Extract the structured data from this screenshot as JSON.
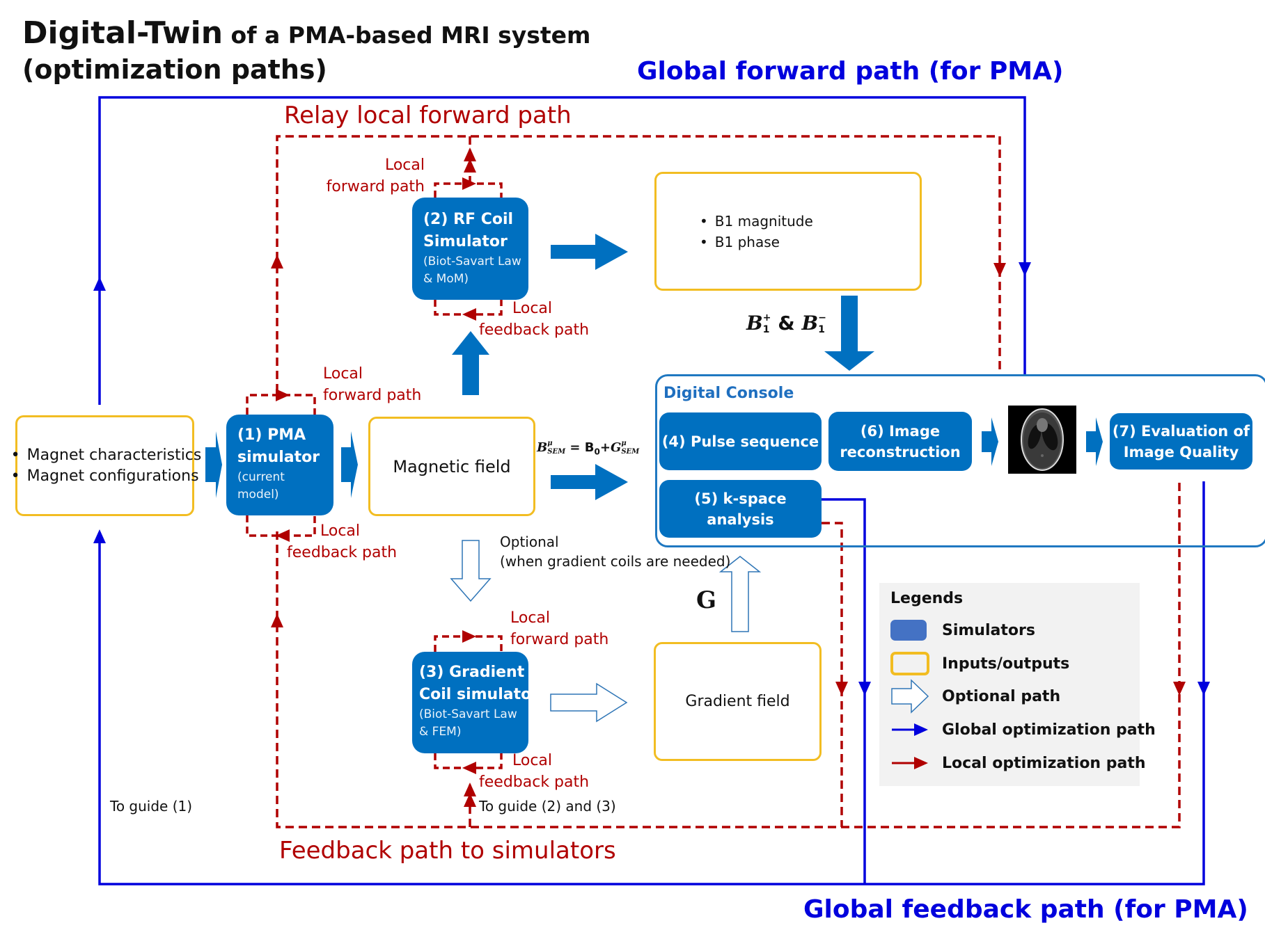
{
  "title": {
    "main_bold": "Digital-Twin",
    "main_rest": " of a PMA-based MRI system",
    "subtitle": "(optimization paths)"
  },
  "path_labels": {
    "global_forward": "Global forward path (for PMA)",
    "relay_local_forward": "Relay local forward path",
    "feedback_to_simulators": "Feedback path to simulators",
    "global_feedback": "Global feedback path (for PMA)",
    "to_guide_1": "To guide (1)",
    "to_guide_2_3": "To guide (2) and (3)"
  },
  "local_labels": {
    "rf_forward": [
      "Local",
      "forward path"
    ],
    "rf_feedback": [
      "Local",
      "feedback path"
    ],
    "pma_forward": [
      "Local",
      "forward path"
    ],
    "pma_feedback": [
      "Local",
      "feedback path"
    ],
    "grad_forward": [
      "Local",
      "forward path"
    ],
    "grad_feedback": [
      "Local",
      "feedback path"
    ]
  },
  "inputs_outputs": {
    "magnet": [
      "Magnet characteristics",
      "Magnet configurations"
    ],
    "magnetic_field": "Magnetic field",
    "b1": [
      "B1 magnitude",
      "B1 phase"
    ],
    "gradient_field": "Gradient field"
  },
  "simulators": {
    "pma": {
      "title": [
        "(1) PMA",
        "simulator"
      ],
      "sub": [
        "(current",
        "model)"
      ]
    },
    "rf": {
      "title": [
        "(2) RF Coil",
        "Simulator"
      ],
      "sub": [
        "(Biot-Savart  Law",
        "& MoM)"
      ]
    },
    "gradient": {
      "title": [
        "(3) Gradient",
        "Coil simulator"
      ],
      "sub": [
        "(Biot-Savart  Law",
        "& FEM)"
      ]
    }
  },
  "equations": {
    "b_sem": {
      "lhs": "B",
      "lhs_sup": "μ",
      "lhs_sub": "SEM",
      "mid": " = B",
      "b0_sub": "0",
      "plus": "+",
      "g": "G",
      "g_sup": "μ",
      "g_sub": "SEM"
    },
    "b1": {
      "b": "B",
      "sub": "1",
      "plus_sup": "+",
      "amp": " & ",
      "minus_sup": "−"
    },
    "g_label": "G"
  },
  "optional": {
    "line1": "Optional",
    "line2": "(when gradient coils are needed)"
  },
  "digital_console": {
    "title": "Digital Console",
    "pulse_sequence": "(4) Pulse sequence",
    "kspace": "(5) k-space analysis",
    "recon": [
      "(6) Image",
      "reconstruction"
    ],
    "evaluation": [
      "(7) Evaluation of",
      "Image Quality"
    ]
  },
  "legend": {
    "title": "Legends",
    "items": [
      {
        "label": "Simulators",
        "icon": "simulator-swatch"
      },
      {
        "label": "Inputs/outputs",
        "icon": "io-swatch"
      },
      {
        "label": "Optional path",
        "icon": "hollow-arrow"
      },
      {
        "label": "Global optimization path",
        "icon": "blue-arrow"
      },
      {
        "label": "Local optimization path",
        "icon": "red-arrow"
      }
    ]
  },
  "colors": {
    "simulator": "#0070c0",
    "io_border": "#f2bd22",
    "global_path": "#0000dd",
    "local_path": "#b00000",
    "console_border": "#1f78c1",
    "legend_bg": "#f2f2f2"
  }
}
